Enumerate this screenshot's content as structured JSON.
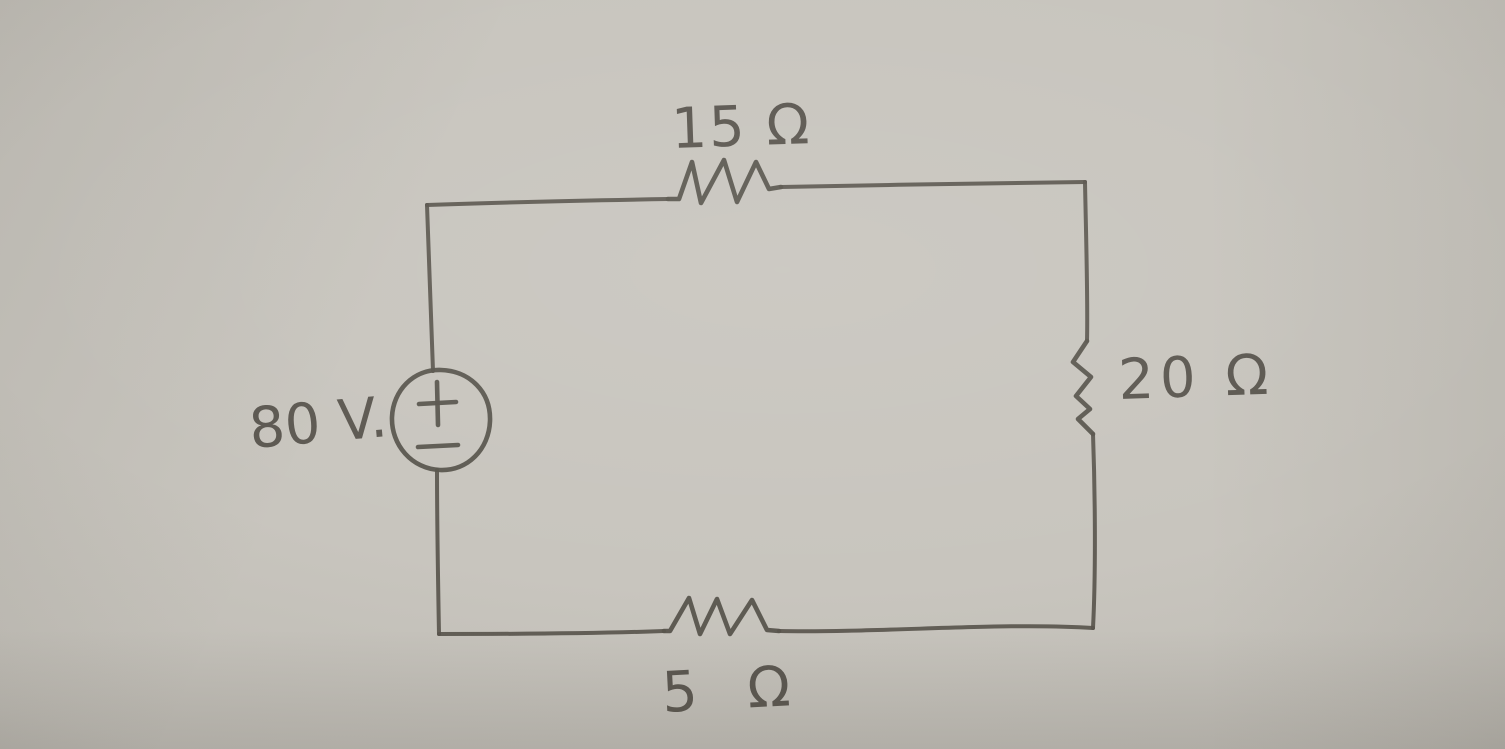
{
  "scene": {
    "description": "Hand-drawn electrical circuit schematic in pencil on gray paper",
    "colors": {
      "paper": "#c8c5be",
      "paper_edge_shadow": "#b2afa8",
      "pencil": "#59554d",
      "label_text": "#4e4a43"
    }
  },
  "circuit": {
    "topology": "single rectangular loop, series circuit",
    "voltage_source": {
      "label": "80 V.",
      "value": "80",
      "unit": "V",
      "symbol": "circle with plus over minus",
      "plus_mark": "+",
      "minus_mark": "−",
      "position": "left side of loop"
    },
    "resistors": [
      {
        "label": "15 Ω",
        "value": "15",
        "unit": "Ω",
        "symbol": "zigzag",
        "position": "top side of loop"
      },
      {
        "label": "20 Ω",
        "value": "20",
        "unit": "Ω",
        "symbol": "zigzag",
        "position": "right side of loop"
      },
      {
        "label": "5 Ω",
        "value": "5",
        "unit": "Ω",
        "symbol": "zigzag",
        "position": "bottom side of loop"
      }
    ]
  }
}
